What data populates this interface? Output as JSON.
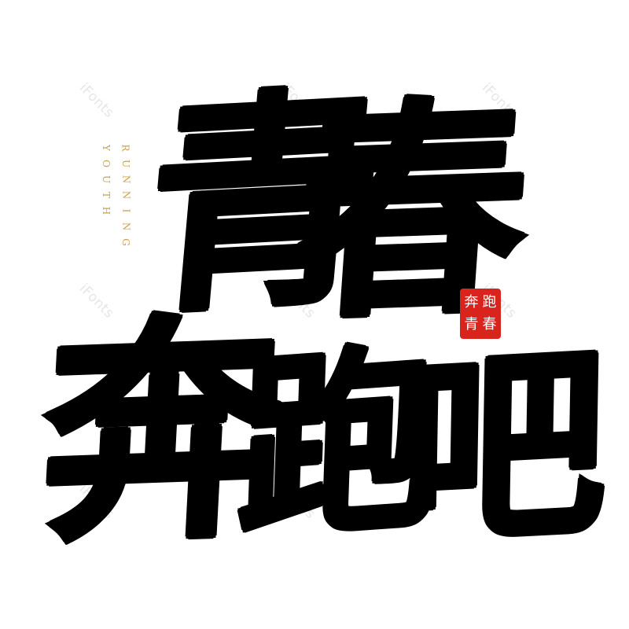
{
  "artwork": {
    "main_title": {
      "line1": [
        "青",
        "春"
      ],
      "line2": [
        "奔",
        "跑",
        "吧"
      ]
    },
    "tagline": {
      "col_a": "RUNNING",
      "col_b": "YOUTH",
      "color": "#c9a14a"
    },
    "seal": {
      "chars": [
        "奔",
        "跑",
        "青",
        "春"
      ],
      "color": "#d9231d"
    },
    "watermark": {
      "text": "iFonts",
      "color": "#e6e6e6"
    },
    "ink_color": "#000000"
  }
}
